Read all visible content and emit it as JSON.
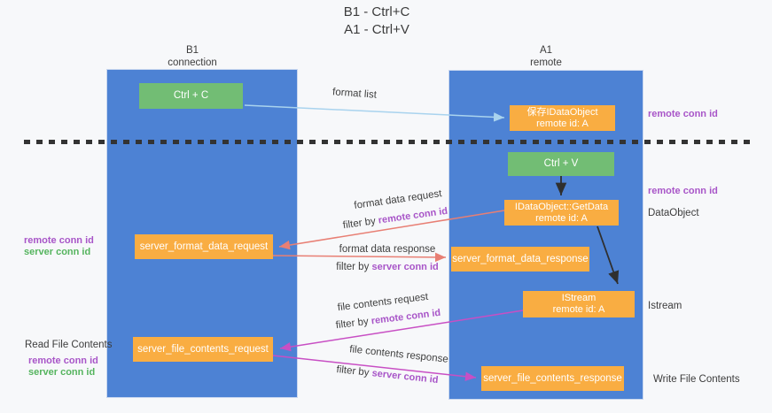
{
  "title": {
    "line1": "B1 - Ctrl+C",
    "line2": "A1 - Ctrl+V"
  },
  "columns": {
    "b1": {
      "name": "B1",
      "role": "connection"
    },
    "a1": {
      "name": "A1",
      "role": "remote"
    }
  },
  "nodes": {
    "ctrl_c": {
      "label": "Ctrl + C"
    },
    "save_idataobject": {
      "line1": "保存IDataObject",
      "line2": "remote id: A"
    },
    "ctrl_v": {
      "label": "Ctrl + V"
    },
    "getdata": {
      "line1": "IDataObject::GetData",
      "line2": "remote id: A"
    },
    "server_format_data_request": {
      "label": "server_format_data_request"
    },
    "server_format_data_response": {
      "label": "server_format_data_response"
    },
    "istream": {
      "line1": "IStream",
      "line2": "remote id: A"
    },
    "server_file_contents_request": {
      "label": "server_file_contents_request"
    },
    "server_file_contents_response": {
      "label": "server_file_contents_response"
    }
  },
  "edge_labels": {
    "format_list": "format list",
    "format_data_request": {
      "line1": "format data request",
      "prefix": "filter by ",
      "key": "remote conn id"
    },
    "format_data_response": {
      "line1": "format data response",
      "prefix": "filter by ",
      "key": "server conn id"
    },
    "file_contents_request": {
      "line1": "file contents request",
      "prefix": "filter by ",
      "key": "remote conn id"
    },
    "file_contents_response": {
      "line1": "file contents response",
      "prefix": "filter by ",
      "key": "server conn id"
    }
  },
  "side_labels": {
    "right_remote_conn_id_1": "remote conn id",
    "right_remote_conn_id_2": "remote conn id",
    "dataobject": "DataObject",
    "istream": "Istream",
    "write_file_contents": "Write File Contents",
    "left_remote_conn_id_1": "remote conn id",
    "left_server_conn_id_1": "server conn id",
    "read_file_contents": "Read File Contents",
    "left_remote_conn_id_2": "remote conn id",
    "left_server_conn_id_2": "server conn id"
  },
  "colors": {
    "column_blue": "#4d82d4",
    "box_green": "#72bd74",
    "box_orange": "#f9ad42",
    "arrow_lightblue": "#a9d3ee",
    "arrow_red": "#e87f74",
    "arrow_magenta": "#c84fc4",
    "arrow_black": "#2f2f2f",
    "text_purple": "#a855c8",
    "text_green": "#55b45e",
    "text_dark": "#3f3f3f",
    "background": "#f7f8fa"
  }
}
